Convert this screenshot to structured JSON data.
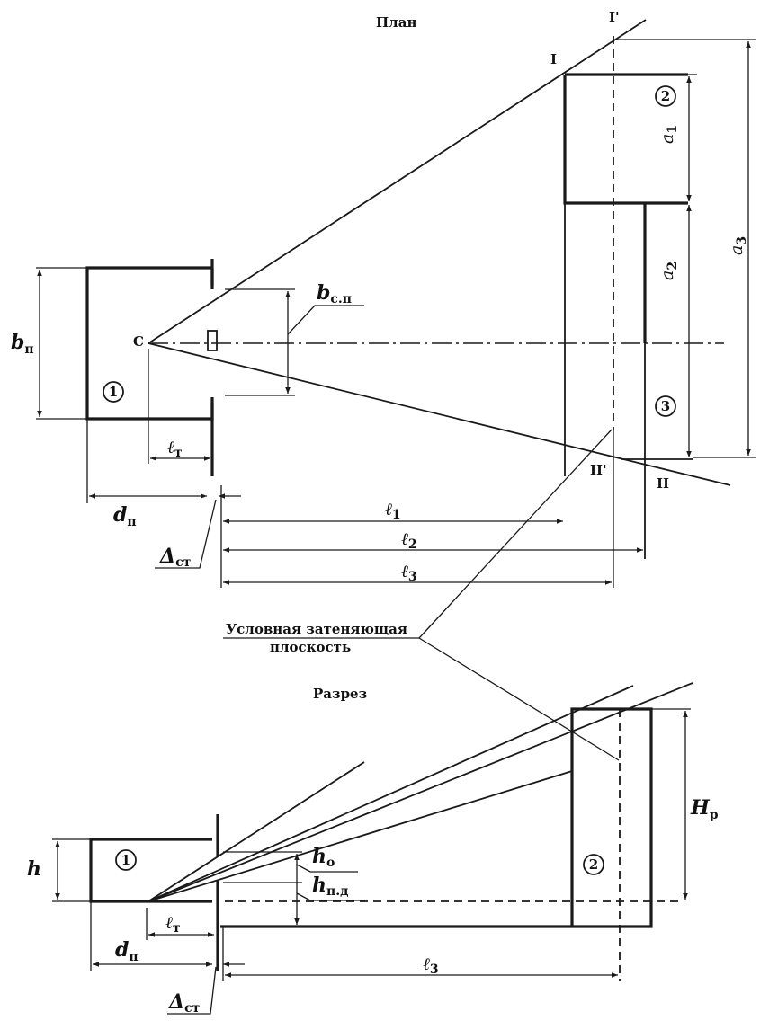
{
  "titles": {
    "plan": "План",
    "section": "Разрез"
  },
  "note": {
    "line1": "Условная затеняющая",
    "line2": "плоскость"
  },
  "points": {
    "c": "C",
    "p1": "I",
    "p1prime": "I'",
    "p2": "II",
    "p2prime": "II'"
  },
  "zones": {
    "room_plan": "1",
    "zone2_plan": "2",
    "zone3_plan": "3",
    "room_section": "1",
    "zone2_section": "2"
  },
  "dims": {
    "b_p": "b",
    "b_p_sub": "п",
    "b_sp": "b",
    "b_sp_sub": "с.п",
    "l_t_prime": "ℓ",
    "l_t_prime_sub": "т",
    "d_p_plan": "d",
    "d_p_plan_sub": "п",
    "delta_st_plan": "Δ",
    "delta_st_plan_sub": "ст",
    "l1": "ℓ",
    "l1_sub": "1",
    "l2": "ℓ",
    "l2_sub": "2",
    "l3_plan": "ℓ",
    "l3_plan_sub": "3",
    "a1": "a",
    "a1_sub": "1",
    "a2": "a",
    "a2_sub": "2",
    "a3": "a",
    "a3_sub": "3",
    "h": "h",
    "h_o": "h",
    "h_o_sub": "о",
    "h_pd": "h",
    "h_pd_sub": "п.д",
    "H_p": "H",
    "H_p_sub": "р",
    "l_t_section": "ℓ",
    "l_t_section_sub": "т",
    "d_p_section": "d",
    "d_p_section_sub": "п",
    "l3_section": "ℓ",
    "l3_section_sub": "3",
    "delta_st_section": "Δ",
    "delta_st_section_sub": "ст"
  }
}
